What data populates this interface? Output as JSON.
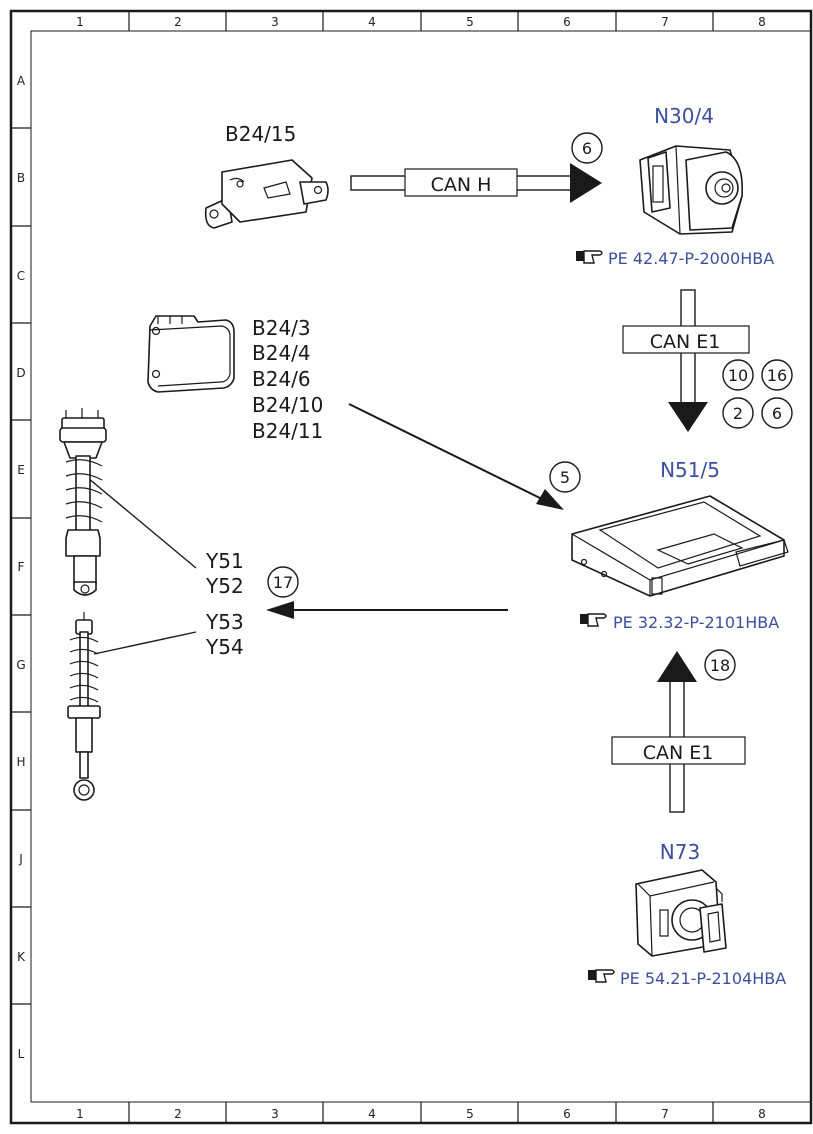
{
  "grid": {
    "columns": [
      "1",
      "2",
      "3",
      "4",
      "5",
      "6",
      "7",
      "8"
    ],
    "rows": [
      "A",
      "B",
      "C",
      "D",
      "E",
      "F",
      "G",
      "H",
      "J",
      "K",
      "L"
    ]
  },
  "components": {
    "b24_15": {
      "label": "B24/15"
    },
    "b24_group": {
      "labels": [
        "B24/3",
        "B24/4",
        "B24/6",
        "B24/10",
        "B24/11"
      ]
    },
    "y_group_upper": {
      "labels": [
        "Y51",
        "Y52"
      ]
    },
    "y_group_lower": {
      "labels": [
        "Y53",
        "Y54"
      ]
    },
    "n30_4": {
      "label": "N30/4",
      "ref": "PE 42.47-P-2000HBA"
    },
    "n51_5": {
      "label": "N51/5",
      "ref": "PE 32.32-P-2101HBA"
    },
    "n73": {
      "label": "N73",
      "ref": "PE 54.21-P-2104HBA"
    }
  },
  "buses": {
    "can_h": "CAN H",
    "can_e1_upper": "CAN E1",
    "can_e1_lower": "CAN E1"
  },
  "signals": {
    "s6_top": "6",
    "s10": "10",
    "s16": "16",
    "s2": "2",
    "s6_mid": "6",
    "s5": "5",
    "s17": "17",
    "s18": "18"
  },
  "colors": {
    "ecu_label": "#3c4f9e",
    "line": "#1a1a1a"
  }
}
